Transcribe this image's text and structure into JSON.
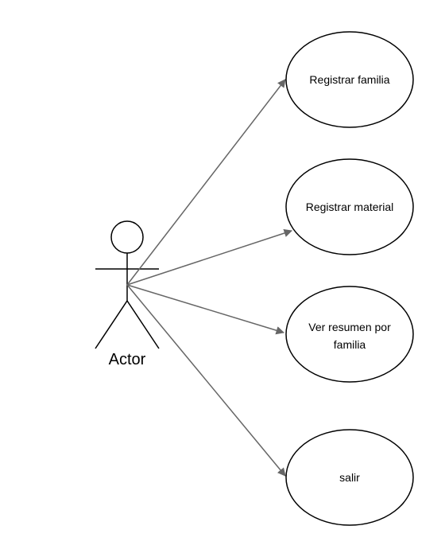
{
  "actor": {
    "label": "Actor"
  },
  "use_cases": [
    {
      "id": "registrar-familia",
      "lines": [
        "Registrar familia"
      ]
    },
    {
      "id": "registrar-material",
      "lines": [
        "Registrar material"
      ]
    },
    {
      "id": "ver-resumen",
      "lines": [
        "Ver resumen por",
        "familia"
      ]
    },
    {
      "id": "salir",
      "lines": [
        "salir"
      ]
    }
  ],
  "colors": {
    "line": "#000000",
    "arrow": "#666666",
    "fill": "#ffffff"
  }
}
